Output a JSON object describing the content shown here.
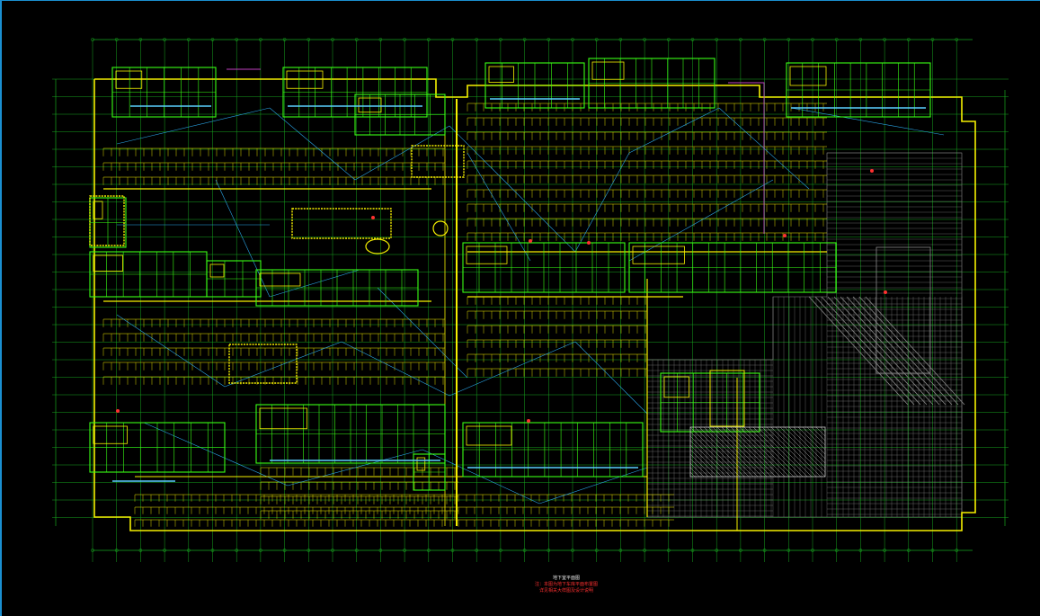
{
  "drawing": {
    "colors": {
      "background": "#000000",
      "axis_grid": "#17a51f",
      "structure": "#f5f000",
      "room_walls": "#39ff14",
      "ducts": "#2aa6e8",
      "gray_zone": "#8a8a8a",
      "hatch": "#d0d0d0",
      "accent_red": "#ff3030",
      "magenta": "#c040c0",
      "window_edge": "#1a8fd0"
    },
    "notes": {
      "title": "地下室平面图",
      "lines": [
        "注：本图为地下车库平面布置图",
        "详见相关大样图及设计说明"
      ]
    }
  }
}
